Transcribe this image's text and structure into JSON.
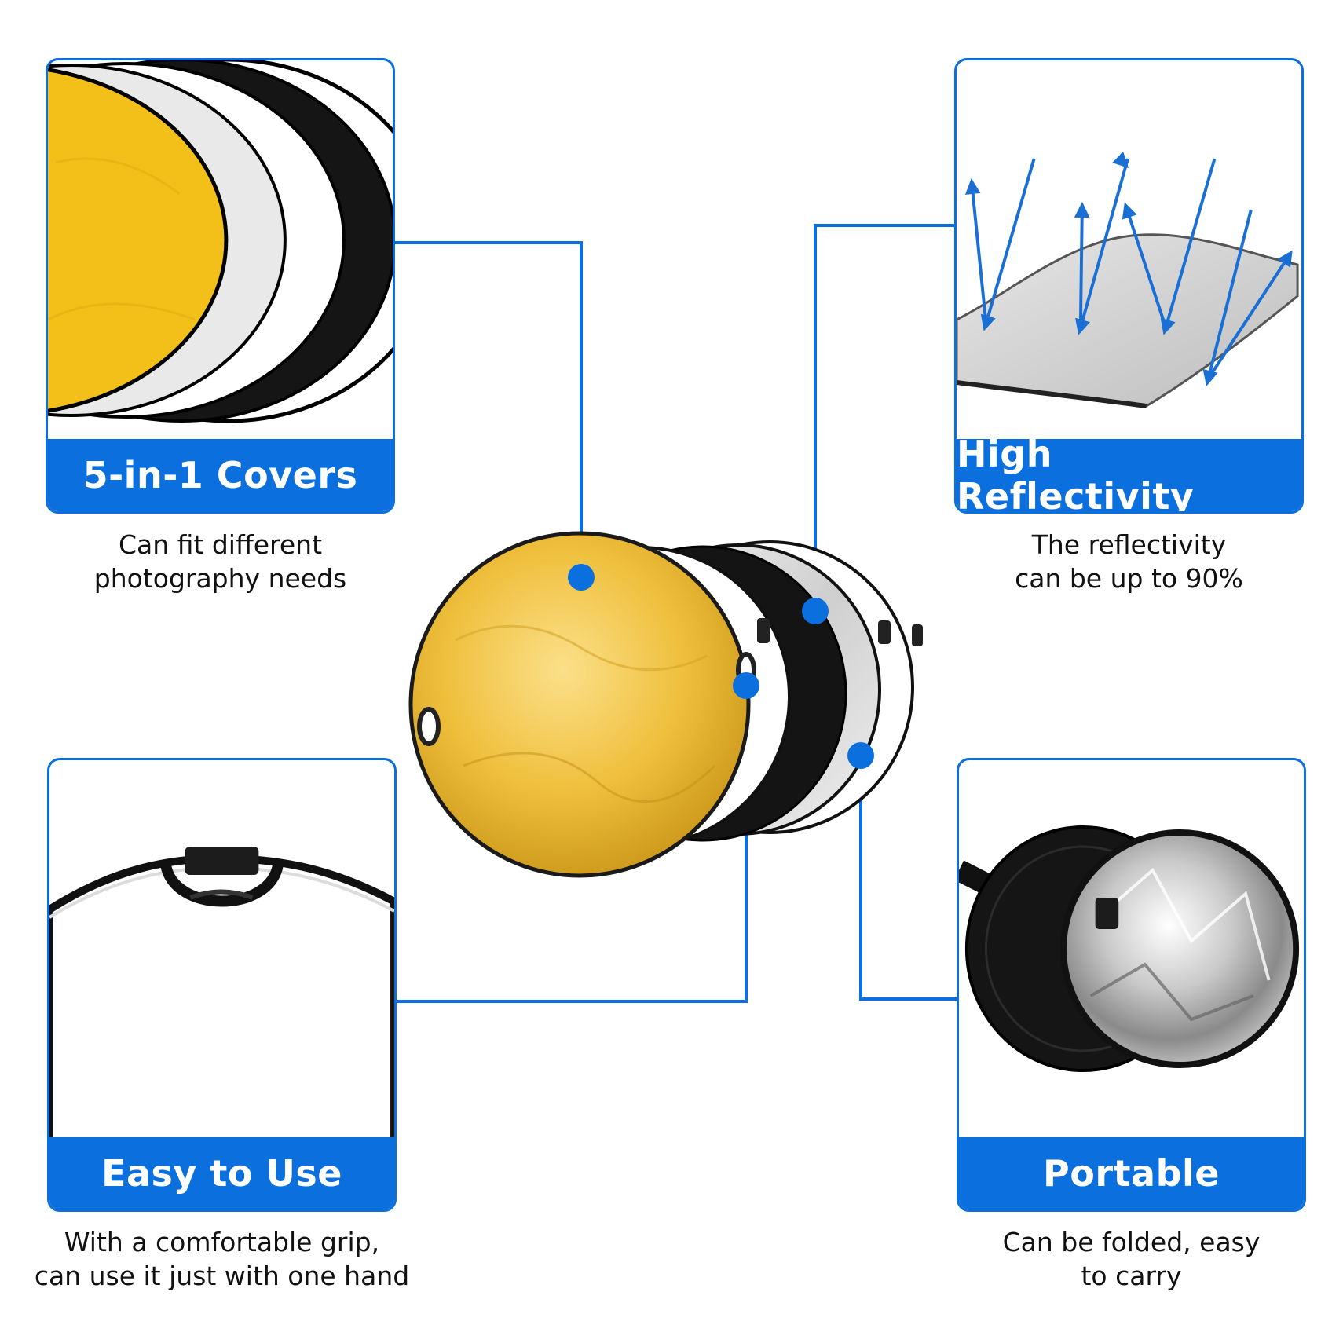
{
  "colors": {
    "accent": "#0b6fde",
    "gold": "#f3bf2a",
    "silver": "#d9d9d9",
    "black": "#111111",
    "white": "#ffffff"
  },
  "features": [
    {
      "title": "5-in-1 Covers",
      "caption": [
        "Can fit different",
        "photography needs"
      ],
      "image": "stacked-reflector-covers"
    },
    {
      "title": "High Reflectivity",
      "caption": [
        "The reflectivity",
        "can be up to 90%"
      ],
      "image": "reflection-arrows-on-silver-sheet"
    },
    {
      "title": "Easy to Use",
      "caption": [
        "With a comfortable grip,",
        "can use it just with one hand"
      ],
      "image": "reflector-handle-closeup"
    },
    {
      "title": "Portable",
      "caption": [
        "Can be folded, easy",
        "to carry"
      ],
      "image": "folded-reflector-in-bag"
    }
  ],
  "center_product": "5-in-1-round-reflector-with-handles",
  "reflectivity_percent": 90
}
